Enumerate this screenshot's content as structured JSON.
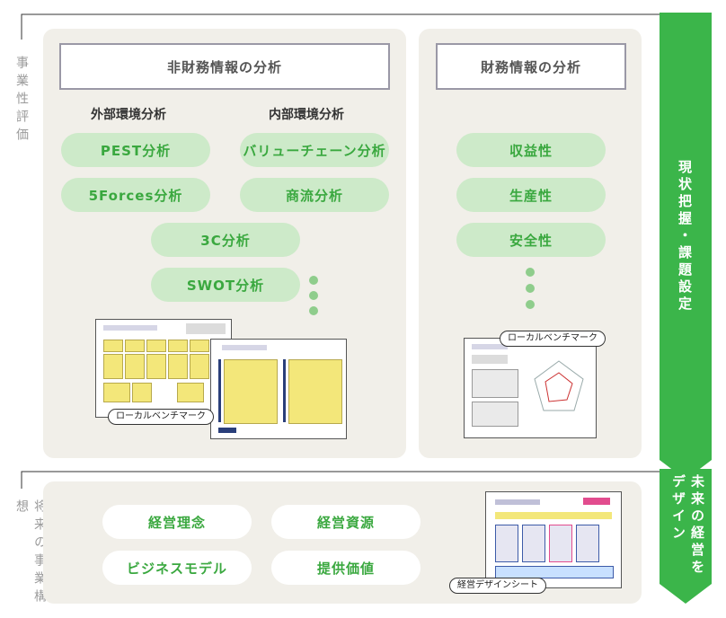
{
  "side_labels": {
    "evaluation": "事業性評価",
    "vision": "将来の事業構想"
  },
  "non_financial": {
    "title": "非財務情報の分析",
    "external": {
      "heading": "外部環境分析",
      "items": [
        "PEST分析",
        "5Forces分析"
      ]
    },
    "internal": {
      "heading": "内部環境分析",
      "items": [
        "バリューチェーン分析",
        "商流分析"
      ]
    },
    "shared_items": [
      "3C分析",
      "SWOT分析"
    ],
    "thumbnail_tag": "ローカルベンチマーク"
  },
  "financial": {
    "title": "財務情報の分析",
    "items": [
      "収益性",
      "生産性",
      "安全性"
    ],
    "thumbnail_tag": "ローカルベンチマーク"
  },
  "vision": {
    "items": [
      "経営理念",
      "経営資源",
      "ビジネスモデル",
      "提供価値"
    ],
    "thumbnail_tag": "経営デザインシート"
  },
  "arrow": {
    "upper": "現状把握・課題設定",
    "lower": "未来の経営をデザイン"
  },
  "colors": {
    "accent_green": "#3bb54a",
    "pill_green": "#cdeac9",
    "panel_bg": "#f1efe9"
  }
}
